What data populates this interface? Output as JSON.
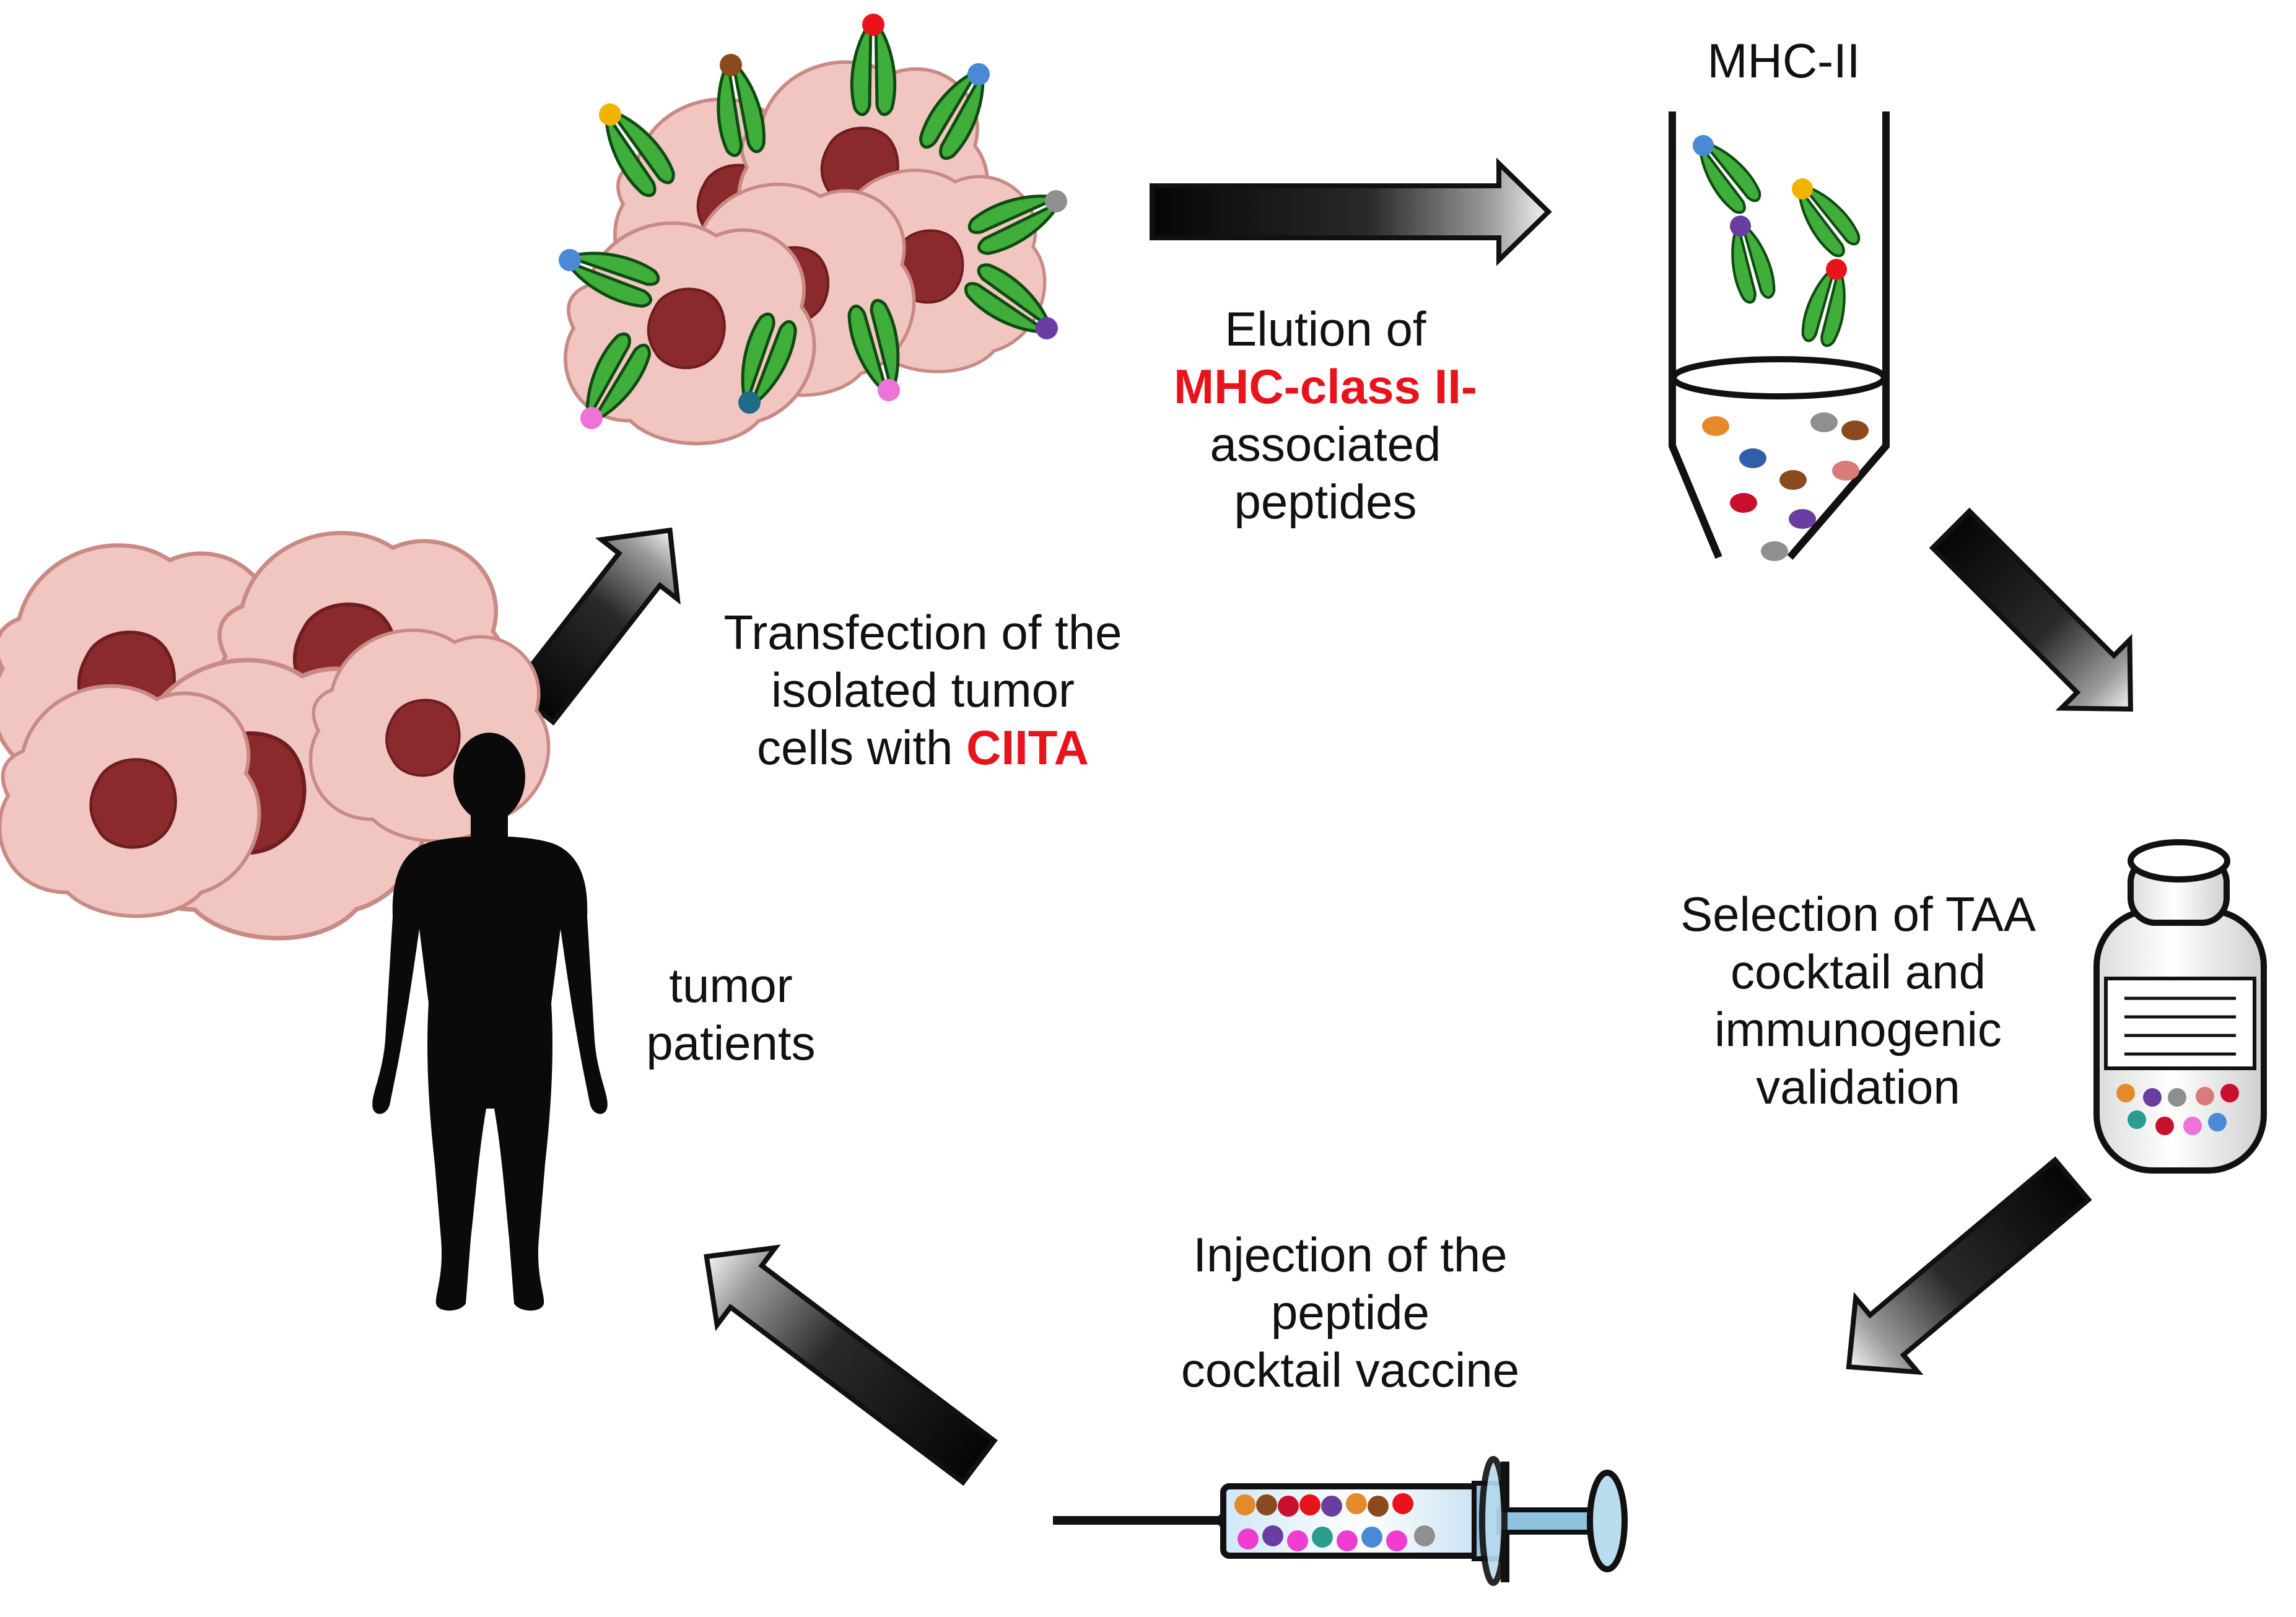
{
  "steps": {
    "elution": {
      "line1": "Elution of",
      "line2": "MHC-class II-",
      "line3": "associated",
      "line4": "peptides"
    },
    "tube": {
      "label": "MHC-II"
    },
    "selection": {
      "line1": "Selection of TAA",
      "line2": "cocktail and",
      "line3": "immunogenic",
      "line4": "validation"
    },
    "injection": {
      "line1": "Injection of the",
      "line2": "peptide",
      "line3": "cocktail vaccine"
    },
    "patients": {
      "line1": "tumor",
      "line2": "patients"
    },
    "transfection": {
      "line1": "Transfection of the",
      "line2": "isolated tumor",
      "line3_prefix": "cells with",
      "line3_highlight": "CIITA"
    }
  },
  "colors": {
    "text": "#111111",
    "highlight": "#e8131b",
    "cell_fill": "#f2c6c0",
    "nucleus_fill": "#8b2a2c",
    "mhc_green": "#3fae3a",
    "arrow_dark": "#111111"
  },
  "peptide_colors": [
    "#e8131b",
    "#8b4a1e",
    "#4a89d6",
    "#6a3ea1",
    "#f0b400",
    "#8f8f8f",
    "#ee73d8",
    "#1e6b8a",
    "#e58a2a",
    "#c8102e",
    "#d77b7b",
    "#2a9d8f"
  ]
}
